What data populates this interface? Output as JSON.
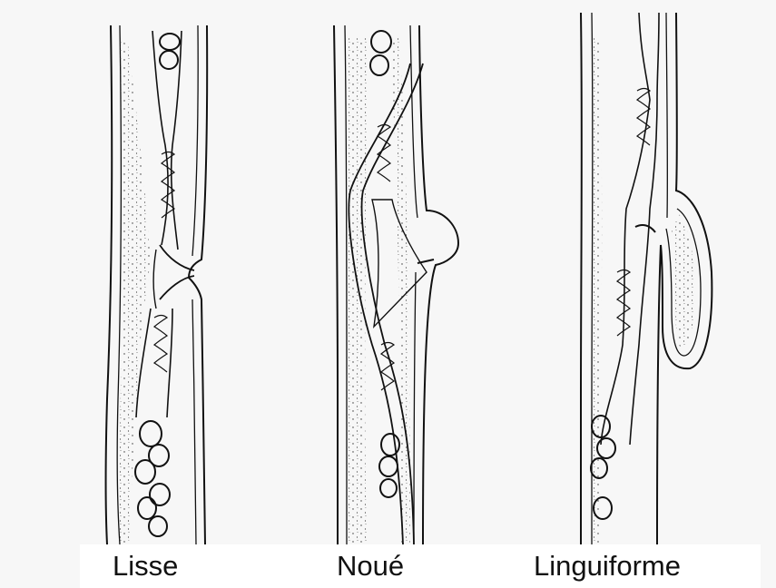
{
  "labels": {
    "lisse": "Lisse",
    "noue": "Noué",
    "linguiforme": "Linguiforme"
  },
  "colors": {
    "background": "#f7f7f7",
    "ink": "#111111",
    "label_band": "#ffffff"
  }
}
